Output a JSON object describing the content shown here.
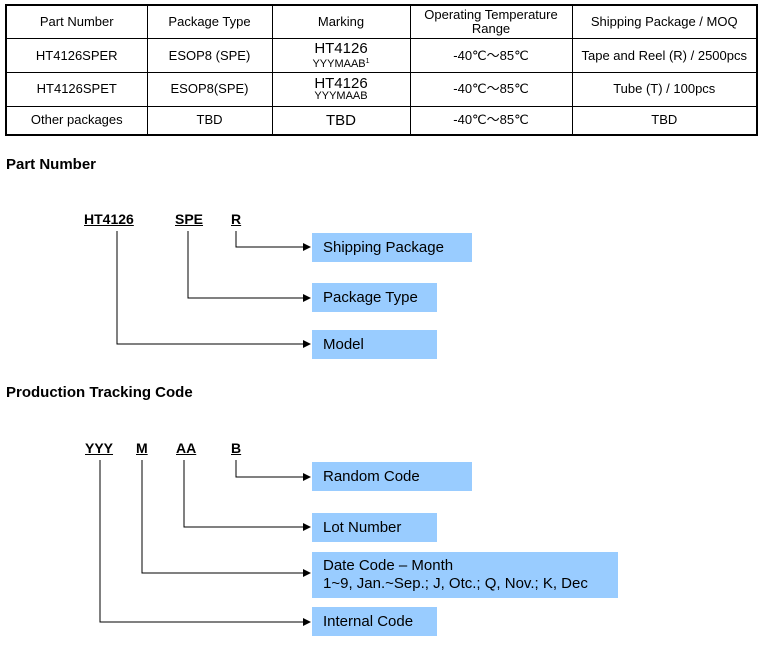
{
  "table": {
    "headers": [
      "Part Number",
      "Package Type",
      "Marking",
      "Operating Temperature Range",
      "Shipping Package / MOQ"
    ],
    "rows": [
      {
        "part": "HT4126SPER",
        "package": "ESOP8 (SPE)",
        "marking_main": "HT4126",
        "marking_sub": "YYYMAAB",
        "marking_note": "1",
        "temp": "-40℃～85℃",
        "ship": "Tape and Reel (R) / 2500pcs"
      },
      {
        "part": "HT4126SPET",
        "package": "ESOP8(SPE)",
        "marking_main": "HT4126",
        "marking_sub": "YYYMAAB",
        "marking_note": "",
        "temp": "-40℃～85℃",
        "ship": "Tube (T) / 100pcs"
      },
      {
        "part": "Other packages",
        "package": "TBD",
        "marking_main": "TBD",
        "marking_sub": "",
        "marking_note": "",
        "temp": "-40℃～85℃",
        "ship": "TBD"
      }
    ]
  },
  "part_number": {
    "heading": "Part Number",
    "codes": [
      "HT4126",
      "SPE",
      "R"
    ],
    "labels": [
      "Shipping Package",
      "Package Type",
      "Model"
    ]
  },
  "tracking": {
    "heading": "Production Tracking Code",
    "codes": [
      "YYY",
      "M",
      "AA",
      "B"
    ],
    "labels": [
      "Random Code",
      "Lot Number",
      "Date Code – Month",
      "Internal Code"
    ],
    "date_code_detail": "1~9, Jan.~Sep.; J, Otc.; Q, Nov.; K, Dec"
  },
  "colors": {
    "label_box": "#99ccff"
  }
}
